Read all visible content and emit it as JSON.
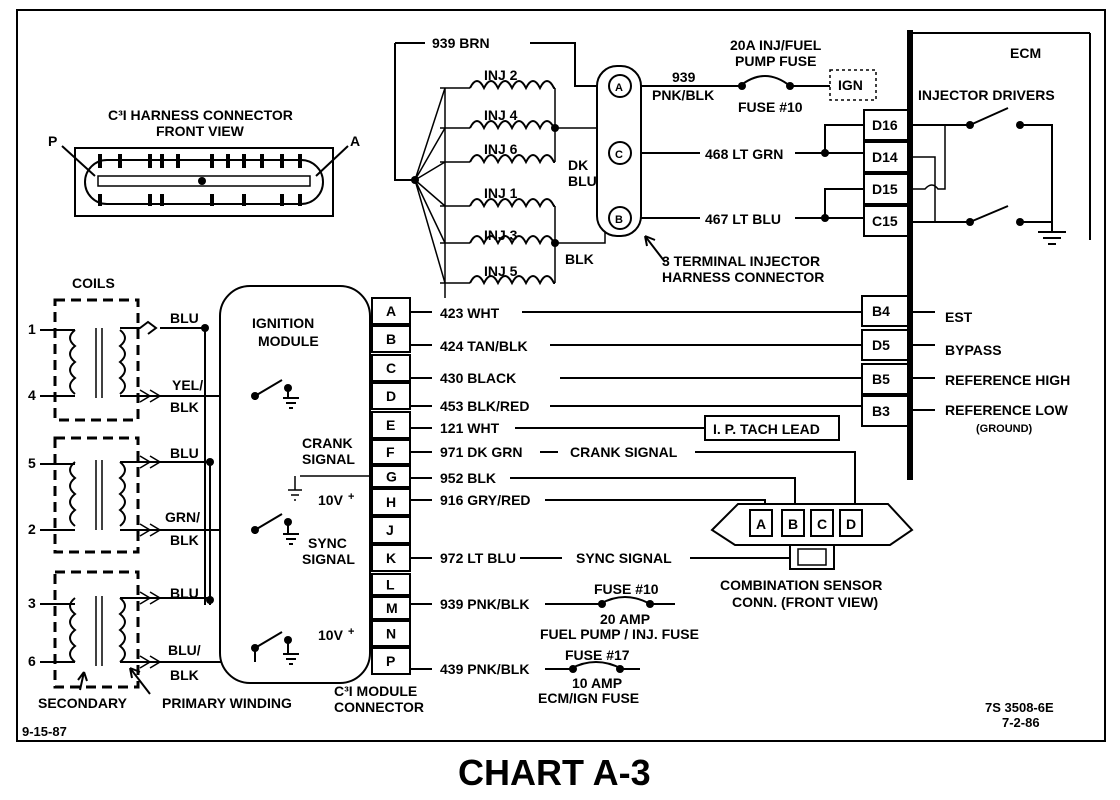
{
  "title": "CHART A-3",
  "date_left": "9-15-87",
  "doc_code": "7S 3508-6E",
  "doc_date": "7-2-86",
  "ecm": {
    "label": "ECM",
    "injector_drivers": "INJECTOR DRIVERS",
    "pins_top": [
      "D16",
      "D14",
      "D15",
      "C15"
    ],
    "pins_bottom": [
      "B4",
      "D5",
      "B5",
      "B3"
    ],
    "signals": [
      "EST",
      "BYPASS",
      "REFERENCE HIGH",
      "REFERENCE LOW"
    ],
    "ground_note": "(GROUND)"
  },
  "fuse_top": {
    "line1": "20A INJ/FUEL",
    "line2": "PUMP FUSE",
    "number": "FUSE #10",
    "ign": "IGN",
    "wire": "939",
    "wire_color": "PNK/BLK"
  },
  "injectors": {
    "labels": [
      "INJ 2",
      "INJ 4",
      "INJ 6",
      "INJ 1",
      "INJ 3",
      "INJ 5"
    ],
    "feed_wire": "939 BRN",
    "dk": "DK",
    "blu": "BLU",
    "blk": "BLK",
    "wire_c": "468 LT GRN",
    "wire_b": "467 LT BLU",
    "connector_terminals": [
      "A",
      "C",
      "B"
    ],
    "connector_line1": "3 TERMINAL INJECTOR",
    "connector_line2": "HARNESS CONNECTOR"
  },
  "c3i_harness": {
    "line1": "C³I HARNESS CONNECTOR",
    "line2": "FRONT  VIEW",
    "p": "P",
    "a": "A"
  },
  "coils": {
    "label": "COILS",
    "numbers": [
      "1",
      "4",
      "5",
      "2",
      "3",
      "6"
    ],
    "blu": "BLU",
    "yel": "YEL/",
    "grn": "GRN/",
    "blk": "BLK",
    "blu_slash": "BLU/",
    "secondary": "SECONDARY",
    "primary": "PRIMARY WINDING"
  },
  "ignition_module": {
    "line1": "IGNITION",
    "line2": "MODULE",
    "crank1": "CRANK",
    "crank2": "SIGNAL",
    "v10": "10V",
    "sync1": "SYNC",
    "sync2": "SIGNAL",
    "plus": "+"
  },
  "module_connector": {
    "pins": [
      "A",
      "B",
      "C",
      "D",
      "E",
      "F",
      "G",
      "H",
      "J",
      "K",
      "L",
      "M",
      "N",
      "P"
    ],
    "line1": "C³I MODULE",
    "line2": "CONNECTOR"
  },
  "wires": [
    "423 WHT",
    "424 TAN/BLK",
    "430 BLACK",
    "453 BLK/RED",
    "121 WHT",
    "971 DK GRN",
    "952 BLK",
    "916 GRY/RED",
    "972 LT BLU",
    "939 PNK/BLK",
    "439 PNK/BLK"
  ],
  "crank_signal": "CRANK SIGNAL",
  "sync_signal": "SYNC SIGNAL",
  "tach_lead": "I. P. TACH LEAD",
  "combo_sensor": {
    "pins": [
      "A",
      "B",
      "C",
      "D"
    ],
    "line1": "COMBINATION SENSOR",
    "line2": "CONN. (FRONT VIEW)"
  },
  "fuse_pump": {
    "number": "FUSE #10",
    "line1": "20 AMP",
    "line2": "FUEL PUMP / INJ. FUSE"
  },
  "fuse_ecm": {
    "number": "FUSE #17",
    "line1": "10 AMP",
    "line2": "ECM/IGN FUSE"
  }
}
